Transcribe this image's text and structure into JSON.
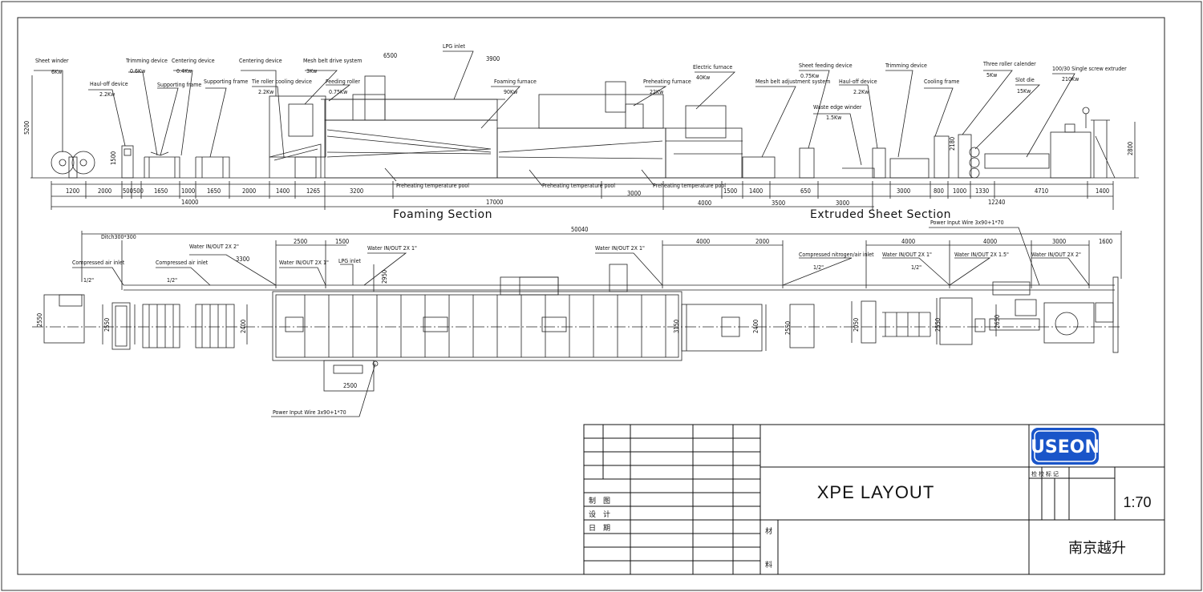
{
  "drawing_title": "XPE LAYOUT",
  "scale": "1:70",
  "company_cn": "南京越升",
  "logo_text": "USEON",
  "check_mark_label": "检 校 标 记",
  "title_block_labels": {
    "draw": "制　图",
    "design": "设　计",
    "date": "日　期",
    "material_top": "材",
    "material_bottom": "料"
  },
  "sections": {
    "foaming": "Foaming Section",
    "extruded": "Extruded Sheet Section"
  },
  "elevation_labels": [
    {
      "name": "Sheet winder",
      "power": "6Kw"
    },
    {
      "name": "Haul-off device",
      "power": "2.2Kw"
    },
    {
      "name": "Trimming device",
      "power": "0.6Kw"
    },
    {
      "name": "Supporting frame",
      "power": ""
    },
    {
      "name": "Centering device",
      "power": "0.4Kw"
    },
    {
      "name": "Supporting frame",
      "power": ""
    },
    {
      "name": "Centering device",
      "power": ""
    },
    {
      "name": "Tie roller cooling device",
      "power": "2.2Kw"
    },
    {
      "name": "Mesh belt drive system",
      "power": "3Kw"
    },
    {
      "name": "Feeding roller",
      "power": "0.75Kw"
    },
    {
      "name": "LPG inlet",
      "power": ""
    },
    {
      "name": "Foaming furnace",
      "power": "90Kw"
    },
    {
      "name": "Preheating furnace",
      "power": "22Kw"
    },
    {
      "name": "Electric furnace",
      "power": "40Kw"
    },
    {
      "name": "Mesh belt adjustment system",
      "power": ""
    },
    {
      "name": "Sheet feeding device",
      "power": "0.75Kw"
    },
    {
      "name": "Haul-off device",
      "power": "2.2Kw"
    },
    {
      "name": "Waste edge winder",
      "power": "1.5Kw"
    },
    {
      "name": "Trimming device",
      "power": ""
    },
    {
      "name": "Cooling frame",
      "power": ""
    },
    {
      "name": "Three roller calender",
      "power": "5Kw"
    },
    {
      "name": "Slot die",
      "power": "15Kw"
    },
    {
      "name": "100/30 Single screw extruder",
      "power": "210Kw"
    }
  ],
  "pit_labels": [
    "Preheating temperature pool",
    "Preheating temperature pool",
    "Preheating temperature pool"
  ],
  "elevation_heights": [
    "5200",
    "1500",
    "2180",
    "2800"
  ],
  "elevation_top_dims": [
    "6500",
    "3900"
  ],
  "elevation_bottom_dims": [
    "1200",
    "2000",
    "500",
    "500",
    "1650",
    "1000",
    "1650",
    "2000",
    "1400",
    "1265",
    "3200",
    "3000",
    "4000",
    "1500",
    "1400",
    "3500",
    "650",
    "3000",
    "800",
    "1000",
    "1330",
    "4710",
    "1400"
  ],
  "elevation_total_dims": [
    "14000",
    "17000",
    "12240"
  ],
  "plan_labels": {
    "ditch": "Ditch300*300",
    "total": "50040",
    "compressed_air_1": "Compressed air inlet",
    "compressed_air_1_size": "1/2\"",
    "compressed_air_2": "Compressed air inlet",
    "compressed_air_2_size": "1/2\"",
    "water_1": "Water IN/OUT 2X 2\"",
    "water_2": "Water IN/OUT 2X 1\"",
    "lpg": "LPG inlet",
    "water_3": "Water IN/OUT 2X 1\"",
    "water_4": "Water IN/OUT 2X 1\"",
    "compressed_air_3": "Compressed nitrogen/air inlet",
    "compressed_air_3_size": "1/2\"",
    "water_5": "Water IN/OUT 2X 1\"",
    "water_5_size": "1/2\"",
    "water_6": "Water IN/OUT 2X 1.5\"",
    "water_7": "Water IN/OUT 2X 2\"",
    "power_1": "Power Input Wire 3x90+1*70",
    "power_2": "Power Input Wire 3x90+1*70"
  },
  "plan_dims_top": [
    "3300",
    "2500",
    "1500",
    "4000",
    "2000",
    "4000",
    "4000",
    "3000",
    "1600"
  ],
  "plan_dims_side": [
    "2550",
    "2550",
    "2400",
    "2950",
    "3150",
    "2400",
    "2550",
    "2050",
    "2550",
    "2650"
  ],
  "plan_dim_bottom": "2500"
}
